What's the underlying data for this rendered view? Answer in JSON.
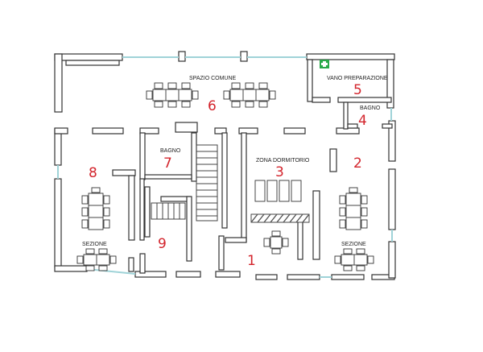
{
  "labels": {
    "spazio_comune": "SPAZIO COMUNE",
    "vano_preparazione": "VANO PREPARAZIONE",
    "bagno_right": "BAGNO",
    "bagno_left": "BAGNO",
    "zona_dormitorio": "ZONA DORMITORIO",
    "sezione_left": "SEZIONE",
    "sezione_right": "SEZIONE"
  },
  "numbers": {
    "n1": "1",
    "n2": "2",
    "n3": "3",
    "n4": "4",
    "n5": "5",
    "n6": "6",
    "n7": "7",
    "n8": "8",
    "n9": "9"
  },
  "colors": {
    "annotation": "#d3242c",
    "walls": "#333333",
    "glass": "#9fd3d8",
    "first_aid": "#2aa84a"
  },
  "icons": [
    "first-aid-icon"
  ]
}
